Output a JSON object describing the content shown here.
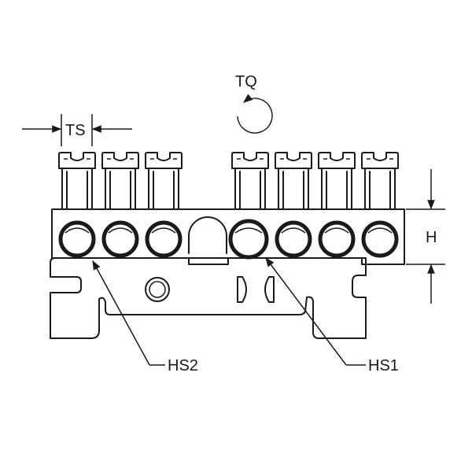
{
  "labels": {
    "ts": "TS",
    "tq": "TQ",
    "h": "H",
    "hs1": "HS1",
    "hs2": "HS2"
  },
  "colors": {
    "ink": "#1a1a1a",
    "background": "#ffffff"
  },
  "terminal_count": 8,
  "screw_count": 7
}
